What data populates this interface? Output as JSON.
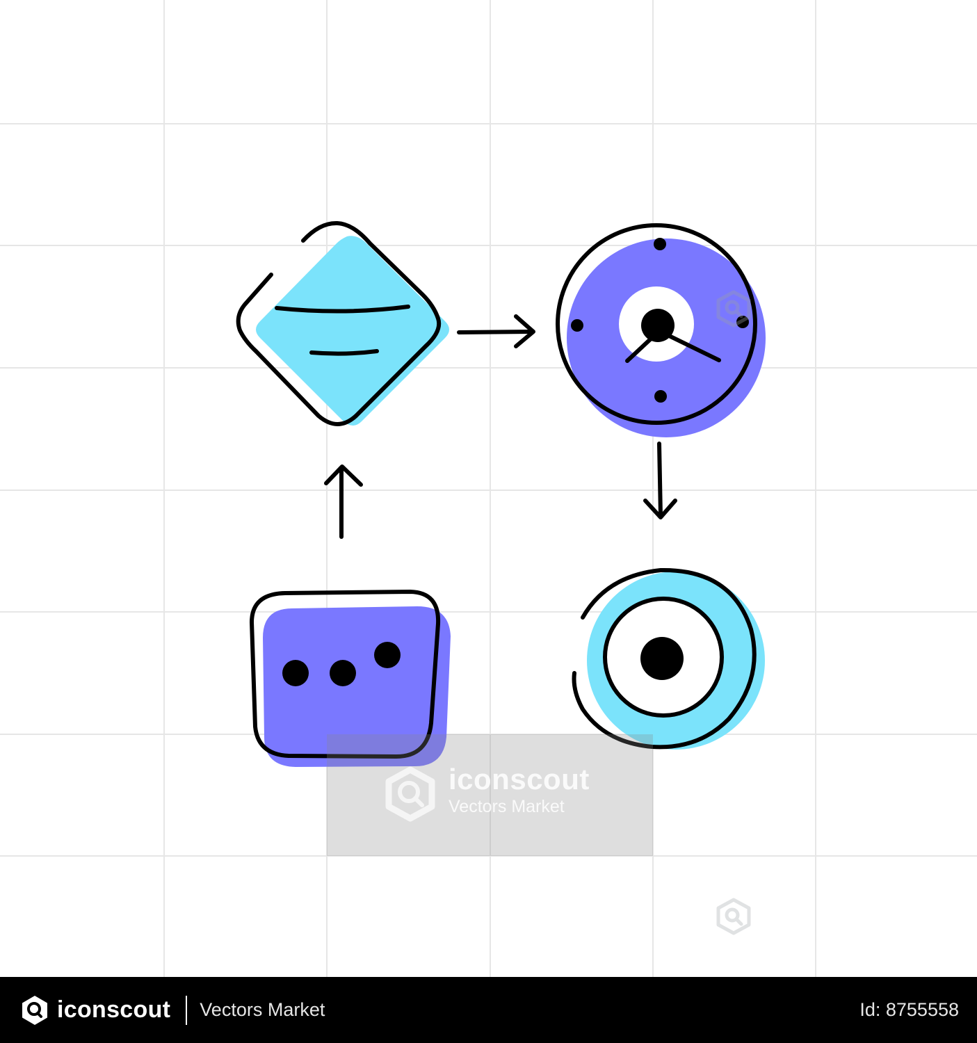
{
  "watermark": {
    "brand": "iconscout",
    "subtitle": "Vectors Market"
  },
  "footer": {
    "brand": "iconscout",
    "subtitle": "Vectors Market",
    "asset_id": "Id: 8755558"
  },
  "colors": {
    "background": "#ffffff",
    "grid": "#e6e6e6",
    "cyan": "#7be3fb",
    "purple": "#7a78ff",
    "stroke": "#000000",
    "footer_bg": "#000000"
  },
  "icons": [
    "decision-diamond-icon",
    "clock-icon",
    "chat-bubble-icon",
    "target-icon",
    "arrow-right-icon",
    "arrow-down-icon",
    "arrow-up-icon"
  ]
}
